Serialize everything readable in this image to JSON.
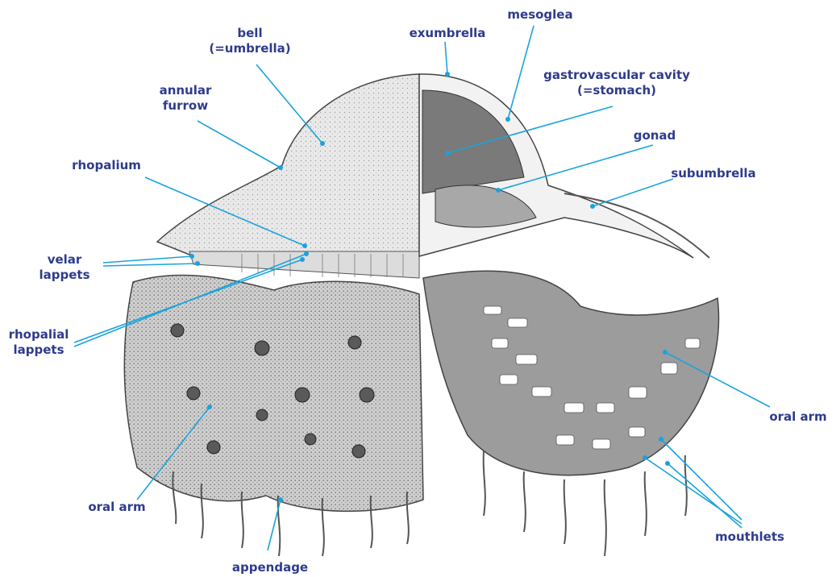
{
  "labels": {
    "bell": [
      "bell",
      "(=umbrella)"
    ],
    "exumbrella": "exumbrella",
    "mesoglea": "mesoglea",
    "gastrovascular": [
      "gastrovascular cavity",
      "(=stomach)"
    ],
    "annular_furrow": [
      "annular",
      "furrow"
    ],
    "gonad": "gonad",
    "rhopalium": "rhopalium",
    "subumbrella": "subumbrella",
    "velar_lappets": [
      "velar",
      "lappets"
    ],
    "rhopalial_lappets": [
      "rhopalial",
      "lappets"
    ],
    "oral_arm_left": "oral arm",
    "oral_arm_right": "oral arm",
    "mouthlets": "mouthlets",
    "appendage": "appendage"
  },
  "colors": {
    "label_text": "#2e3b8c",
    "leader_line": "#1aa3dc"
  }
}
